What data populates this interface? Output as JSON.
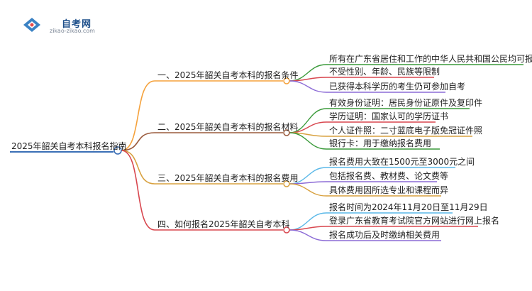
{
  "logo": {
    "title": "自考网",
    "subtitle": "zikao-zikao.com"
  },
  "colors": {
    "root": "#3b6fb6",
    "branches": [
      "#f5a23c",
      "#9a5a3c",
      "#d8a13f",
      "#d8474f"
    ],
    "leaves": [
      "#3a9a3a",
      "#d8474f",
      "#8c6bd6",
      "#5ab8e8",
      "#d8a13f"
    ]
  },
  "mindmap": {
    "root": "2025年韶关自考本科报名指南",
    "branches": [
      {
        "label": "一、2025年韶关自考本科的报名条件",
        "children": [
          "所有在广东省居住和工作的中华人民共和国公民均可报名",
          "不受性别、年龄、民族等限制",
          "已获得本科学历的考生仍可参加自考"
        ]
      },
      {
        "label": "二、2025年韶关自考本科的报名材料",
        "children": [
          "有效身份证明：居民身份证原件及复印件",
          "学历证明：国家认可的学历证书",
          "个人证件照：二寸蓝底电子版免冠证件照",
          "银行卡：用于缴纳报名费用"
        ]
      },
      {
        "label": "三、2025年韶关自考本科的报名费用",
        "children": [
          "报名费用大致在1500元至3000元之间",
          "包括报名费、教材费、论文费等",
          "具体费用因所选专业和课程而异"
        ]
      },
      {
        "label": "四、如何报名2025年韶关自考本科",
        "children": [
          "报名时间为2024年11月20日至11月29日",
          "登录广东省教育考试院官方网站进行网上报名",
          "报名成功后及时缴纳相关费用"
        ]
      }
    ]
  }
}
